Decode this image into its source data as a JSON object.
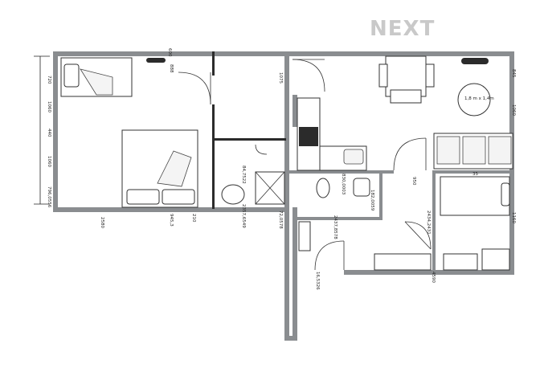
{
  "brand": {
    "logo_text": "NEXT"
  },
  "dimensions": {
    "d720": "720",
    "d1060a": "1060",
    "d440": "440",
    "d1060b": "1060",
    "d796": "796,0556",
    "d2580": "2580",
    "d945": "945,3",
    "d210": "210",
    "d600": "600",
    "d888": "888",
    "d1075": "1075",
    "d84": "84,7522",
    "d2357": "2357,6549",
    "d72": "72,0578",
    "d830": "830,0003",
    "d182": "182,0059",
    "d950": "950",
    "d2437": "2437,8578",
    "d2434": "2434,2431",
    "d16": "16,5326",
    "d4590": "4590",
    "d845": "845",
    "d1060c": "1060",
    "d1160": "1160",
    "d35": "35",
    "table_label": "1,8 m x 1,4m"
  },
  "icons": {
    "radiator": "radiator-icon",
    "toilet": "toilet-icon",
    "sink": "sink-icon",
    "shower": "shower-icon",
    "stove": "stove-icon",
    "bed": "bed-icon",
    "sofa": "sofa-icon",
    "table": "dining-table-icon",
    "wardrobe": "wardrobe-icon"
  }
}
